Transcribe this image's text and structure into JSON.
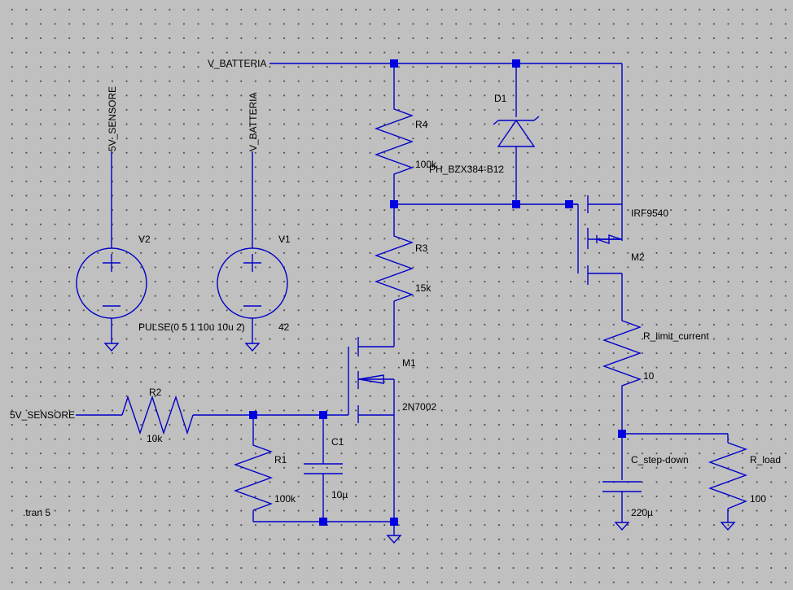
{
  "nets": {
    "v_batteria_top": "V_BATTERIA",
    "v_batteria_v1": "V_BATTERIA",
    "sensore_v2": "5V_SENSORE",
    "sensore_input": "5V_SENSORE"
  },
  "components": {
    "V2": {
      "ref": "V2",
      "value": "PULSE(0 5 1 10u 10u 2)"
    },
    "V1": {
      "ref": "V1",
      "value": "42"
    },
    "R4": {
      "ref": "R4",
      "value": "100k"
    },
    "R3": {
      "ref": "R3",
      "value": "15k"
    },
    "D1": {
      "ref": "D1",
      "value": "PH_BZX384-B12"
    },
    "M2": {
      "ref": "M2",
      "value": "IRF9540"
    },
    "M1": {
      "ref": "M1",
      "value": "2N7002"
    },
    "R2": {
      "ref": "R2",
      "value": "10k"
    },
    "R1": {
      "ref": "R1",
      "value": "100k"
    },
    "C1": {
      "ref": "C1",
      "value": "10µ"
    },
    "R_limit": {
      "ref": "R_limit_current",
      "value": "10"
    },
    "C_stepdown": {
      "ref": "C_step-down",
      "value": "220µ"
    },
    "R_load": {
      "ref": "R_load",
      "value": "100"
    }
  },
  "directive": ".tran 5",
  "colors": {
    "wire": "#0000c8",
    "junction": "#0000e0",
    "background": "#c0c0c0",
    "text": "#000000"
  }
}
